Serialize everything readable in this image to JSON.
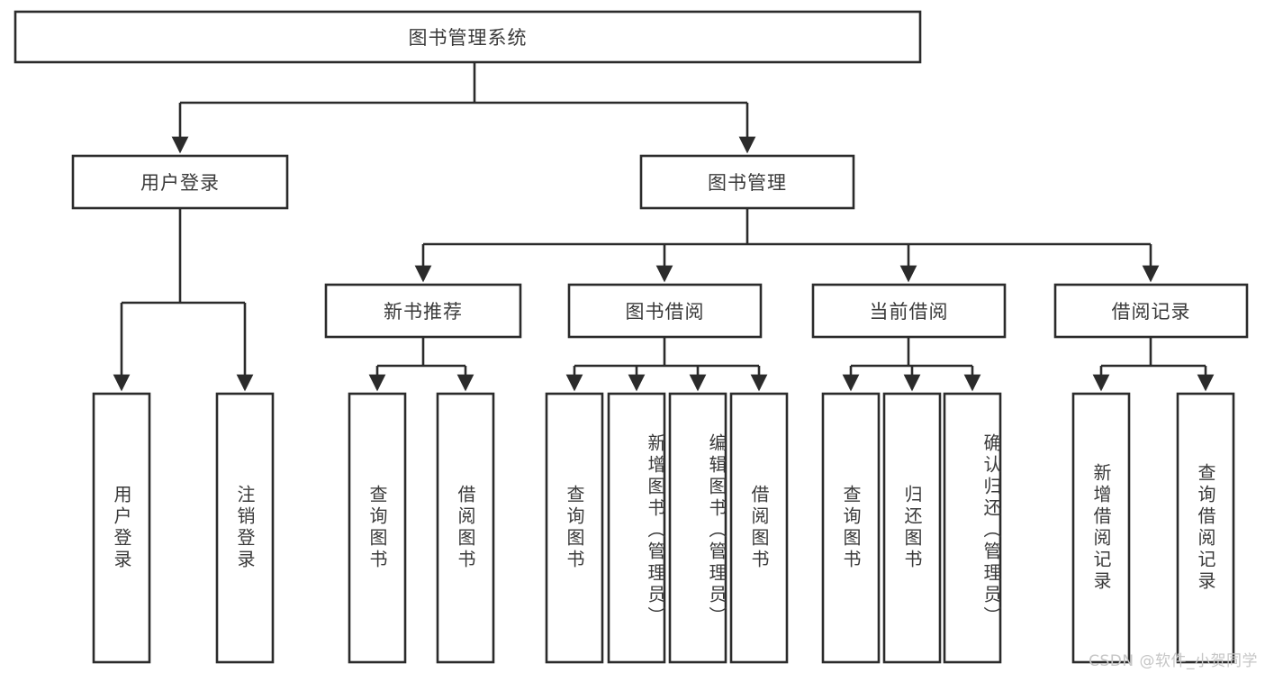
{
  "diagram": {
    "title": "图书管理系统",
    "type": "tree-hierarchy-chart",
    "colors": {
      "stroke": "#2b2b2b",
      "fill": "#ffffff",
      "text": "#3a3a3a",
      "watermark": "#c6c6c6"
    },
    "root": {
      "label": "图书管理系统"
    },
    "level2": [
      {
        "label": "用户登录"
      },
      {
        "label": "图书管理"
      }
    ],
    "level3": [
      {
        "label": "新书推荐"
      },
      {
        "label": "图书借阅"
      },
      {
        "label": "当前借阅"
      },
      {
        "label": "借阅记录"
      }
    ],
    "leaves": {
      "user_login": [
        {
          "label": "用户登录"
        },
        {
          "label": "注销登录"
        }
      ],
      "new_book_recommend": [
        {
          "label": "查询图书"
        },
        {
          "label": "借阅图书"
        }
      ],
      "book_borrow": [
        {
          "label": "查询图书"
        },
        {
          "label": "新增图书（管理员）"
        },
        {
          "label": "编辑图书（管理员）"
        },
        {
          "label": "借阅图书"
        }
      ],
      "current_borrow": [
        {
          "label": "查询图书"
        },
        {
          "label": "归还图书"
        },
        {
          "label": "确认归还（管理员）"
        }
      ],
      "borrow_record": [
        {
          "label": "新增借阅记录"
        },
        {
          "label": "查询借阅记录"
        }
      ]
    }
  },
  "watermark": {
    "text": "CSDN @软件_小贺同学"
  }
}
